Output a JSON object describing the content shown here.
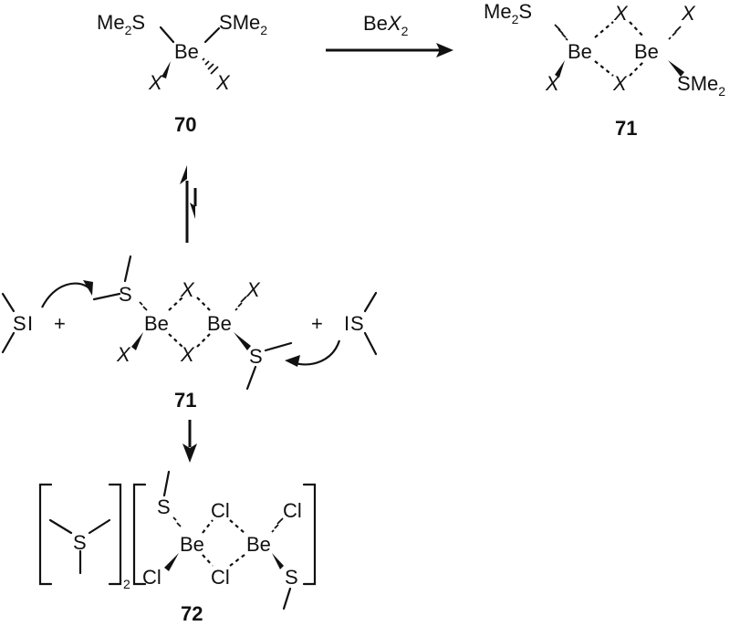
{
  "atoms": {
    "me": "Me",
    "two": "2",
    "s": "S",
    "be": "Be",
    "x": "X",
    "cl": "Cl",
    "i": "I",
    "plus": "+",
    "bracket_sub": "2"
  },
  "reagent": {
    "prefix": "Be",
    "x": "X",
    "sub": "2"
  },
  "compounds": {
    "c70": "70",
    "c71": "71",
    "c72": "72"
  }
}
